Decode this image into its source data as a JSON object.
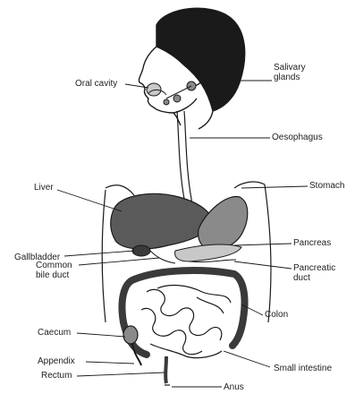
{
  "labels": {
    "oral_cavity": "Oral cavity",
    "salivary_glands": "Salivary\nglands",
    "oesophagus": "Oesophagus",
    "liver": "Liver",
    "stomach": "Stomach",
    "gallbladder": "Gallbladder",
    "pancreas": "Pancreas",
    "common_bile_duct": "Common\nbile duct",
    "pancreatic_duct": "Pancreatic\nduct",
    "colon": "Colon",
    "caecum": "Caecum",
    "appendix": "Appendix",
    "rectum": "Rectum",
    "small_intestine": "Small intestine",
    "anus": "Anus"
  },
  "colors": {
    "ink": "#1a1a1a",
    "organ_dark": "#3a3a3a",
    "organ_mid": "#8a8a8a",
    "organ_light": "#c8c8c8"
  }
}
